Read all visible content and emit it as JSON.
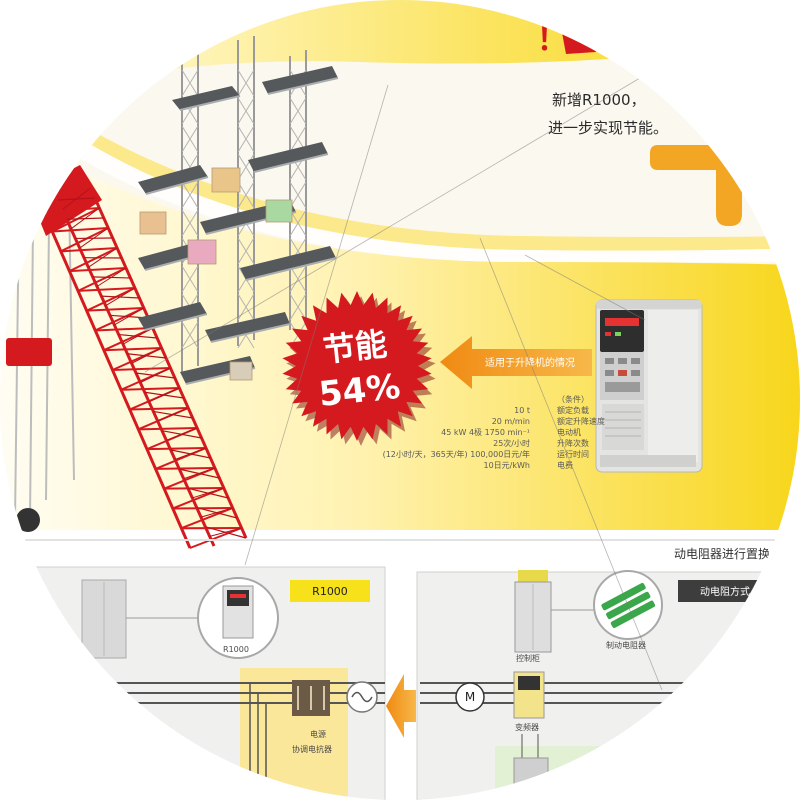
{
  "banner": {
    "exclamation": "！"
  },
  "intro": {
    "line1": "新增R1000，",
    "line2": "进一步实现节能。"
  },
  "badge": {
    "line1": "节能",
    "line2": "54%"
  },
  "arrow_label": "适用于升降机的情况",
  "specs": {
    "heading": "（条件）",
    "rows": [
      {
        "label": "额定负载",
        "value": "10 t"
      },
      {
        "label": "额定升降速度",
        "value": "20 m/min"
      },
      {
        "label": "电动机",
        "value": "45 kW 4极 1750 min⁻¹"
      },
      {
        "label": "升降次数",
        "value": "25次/小时"
      },
      {
        "label": "运行时间",
        "value": "(12小时/天，365天/年) 100,000日元/年"
      },
      {
        "label": "电费",
        "value": "10日元/kWh"
      }
    ]
  },
  "bottom": {
    "heading": "动电阻器进行置换",
    "left": {
      "tag": "R1000",
      "device_caption": "R1000",
      "reactor_label_1": "电源",
      "reactor_label_2": "协调电抗器"
    },
    "right": {
      "tag": "动电阻方式",
      "cabinet_caption": "控制柜",
      "resistor_caption": "制动电阻器",
      "motor_label": "M",
      "inverter_caption": "变频器"
    }
  },
  "colors": {
    "badge_red": "#d51a1f",
    "arrow_orange": "#f4a21d",
    "tag_yellow": "#f6e11a",
    "bracket_orange": "#f2a624",
    "resistor_green": "#3aa74a",
    "dark_tag": "#3d3d3d"
  }
}
